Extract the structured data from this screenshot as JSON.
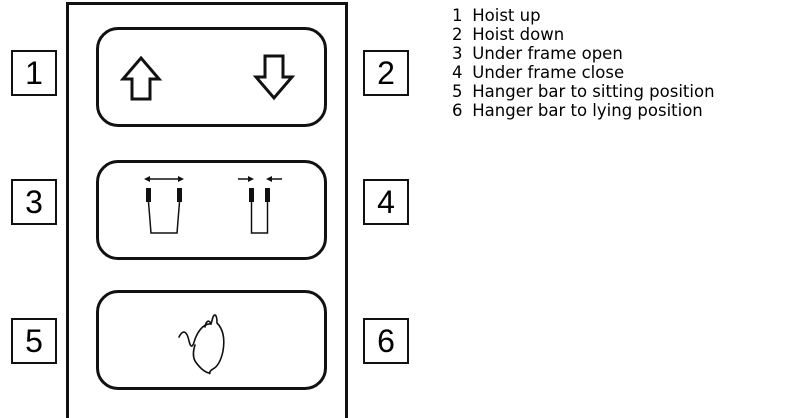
{
  "buttons": {
    "labels": [
      "1",
      "2",
      "3",
      "4",
      "5",
      "6"
    ]
  },
  "legend": [
    {
      "num": "1",
      "text": "Hoist up"
    },
    {
      "num": "2",
      "text": "Hoist down"
    },
    {
      "num": "3",
      "text": "Under frame open"
    },
    {
      "num": "4",
      "text": "Under frame close"
    },
    {
      "num": "5",
      "text": "Hanger bar to sitting position"
    },
    {
      "num": "6",
      "text": "Hanger bar to lying position"
    }
  ]
}
